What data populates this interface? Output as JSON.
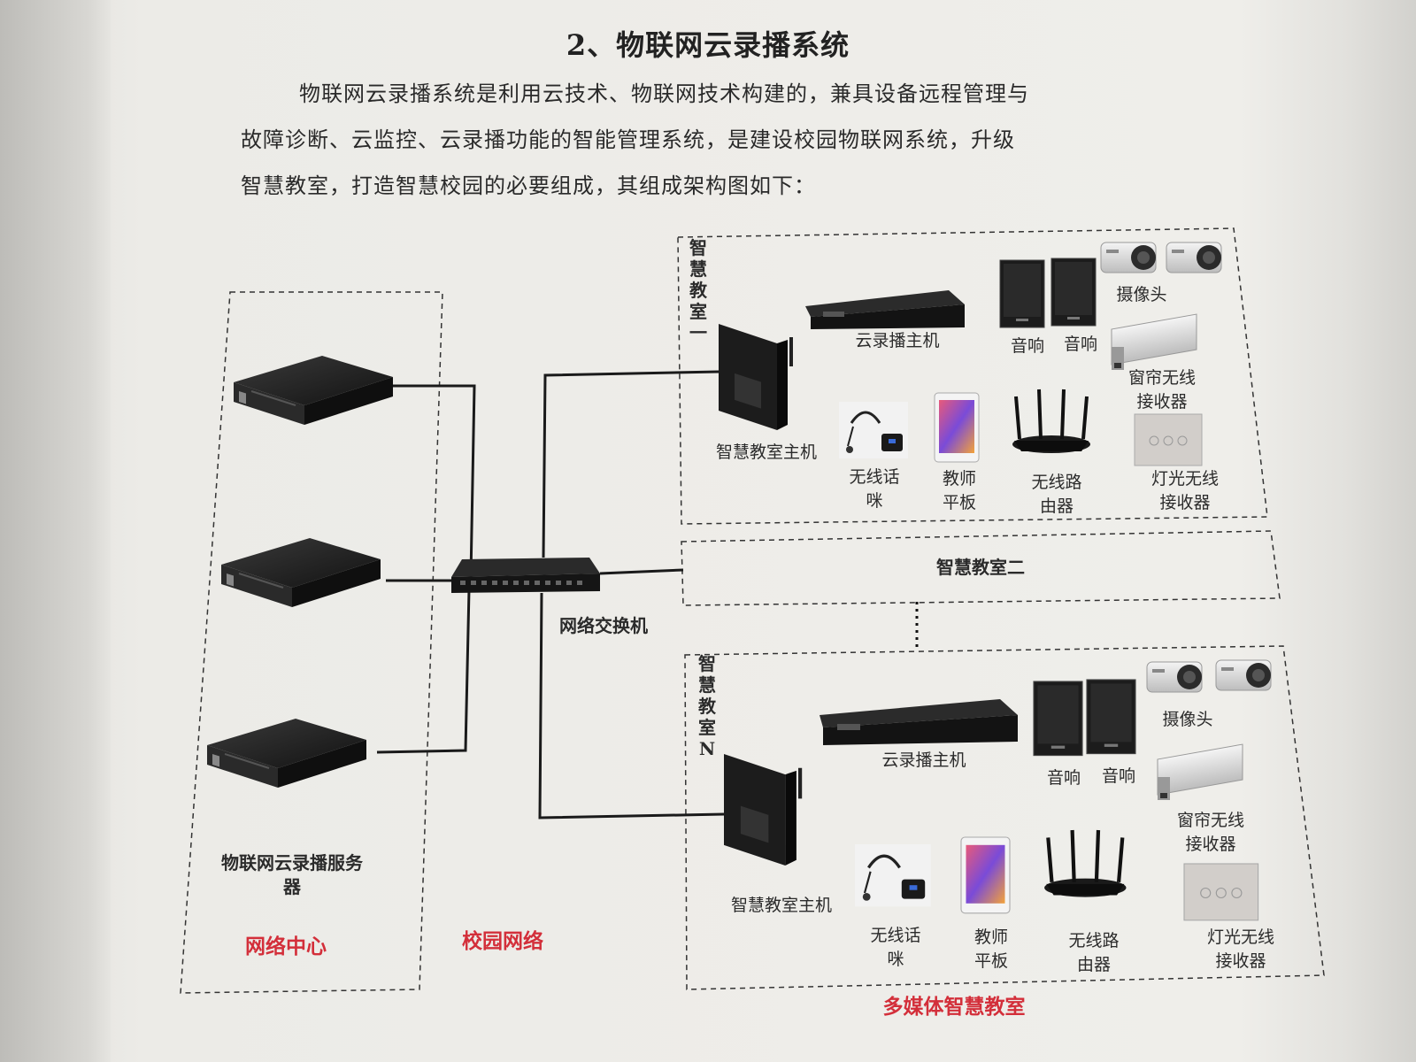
{
  "section_title": "2、物联网云录播系统",
  "paragraph_lines": [
    "物联网云录播系统是利用云技术、物联网技术构建的，兼具设备远程管理与",
    "故障诊断、云监控、云录播功能的智能管理系统，是建设校园物联网系统，升级",
    "智慧教室，打造智慧校园的必要组成，其组成架构图如下："
  ],
  "network_center": {
    "servers_label": "物联网云录播服务器",
    "region_label": "网络中心"
  },
  "campus_network": {
    "switch_label": "网络交换机",
    "region_label": "校园网络"
  },
  "classroom_one": {
    "title": "智慧教室一",
    "recorder": "云录播主机",
    "speaker_a": "音响",
    "speaker_b": "音响",
    "camera": "摄像头",
    "curtain": "窗帘无线接收器",
    "host": "智慧教室主机",
    "mic": "无线话咪",
    "tablet": "教师平板",
    "router": "无线路由器",
    "light": "灯光无线接收器"
  },
  "classroom_two": {
    "title": "智慧教室二"
  },
  "classroom_n": {
    "title": "智慧教室N",
    "recorder": "云录播主机",
    "speaker_a": "音响",
    "speaker_b": "音响",
    "camera": "摄像头",
    "curtain": "窗帘无线接收器",
    "host": "智慧教室主机",
    "mic": "无线话咪",
    "tablet": "教师平板",
    "router": "无线路由器",
    "light": "灯光无线接收器"
  },
  "multimedia_label": "多媒体智慧教室",
  "colors": {
    "region_label": "#d32f3a",
    "device": "#1e1e1e",
    "line": "#1a1a1a"
  }
}
